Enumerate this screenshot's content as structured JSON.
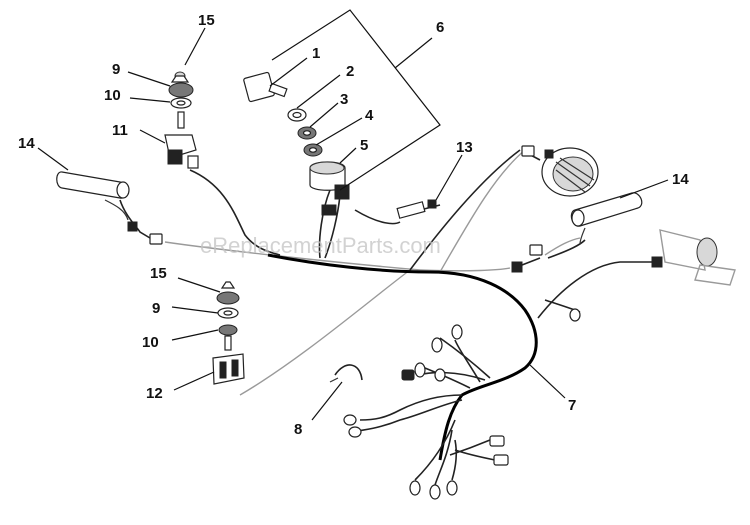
{
  "watermark": "eReplacementParts.com",
  "callouts": {
    "c1": "1",
    "c2": "2",
    "c3": "3",
    "c4": "4",
    "c5": "5",
    "c6": "6",
    "c7": "7",
    "c8": "8",
    "c9a": "9",
    "c9b": "9",
    "c10a": "10",
    "c10b": "10",
    "c11": "11",
    "c12": "12",
    "c13": "13",
    "c14a": "14",
    "c14b": "14",
    "c15a": "15",
    "c15b": "15"
  },
  "colors": {
    "background": "#ffffff",
    "line": "#222222",
    "watermark": "#c4c4c4"
  }
}
